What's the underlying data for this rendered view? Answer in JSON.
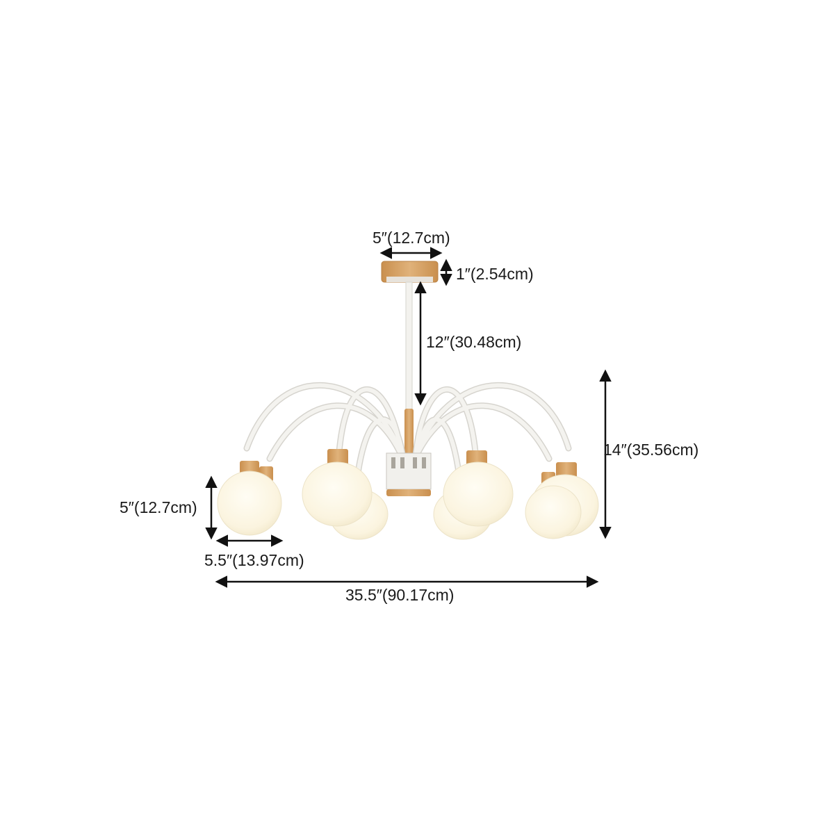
{
  "dimensions": {
    "canopy_width": "5″(12.7cm)",
    "canopy_height": "1″(2.54cm)",
    "rod_length": "12″(30.48cm)",
    "overall_height": "14″(35.56cm)",
    "shade_height": "5″(12.7cm)",
    "shade_width": "5.5″(13.97cm)",
    "overall_width": "35.5″(90.17cm)"
  },
  "colors": {
    "wood": "#d9a86a",
    "wood_dark": "#c89252",
    "frame": "#f1f0ec",
    "frame_edge": "#d6d4ce",
    "glass": "#fbf6e6",
    "glass_edge": "#ece3c8",
    "arrow": "#111111"
  }
}
